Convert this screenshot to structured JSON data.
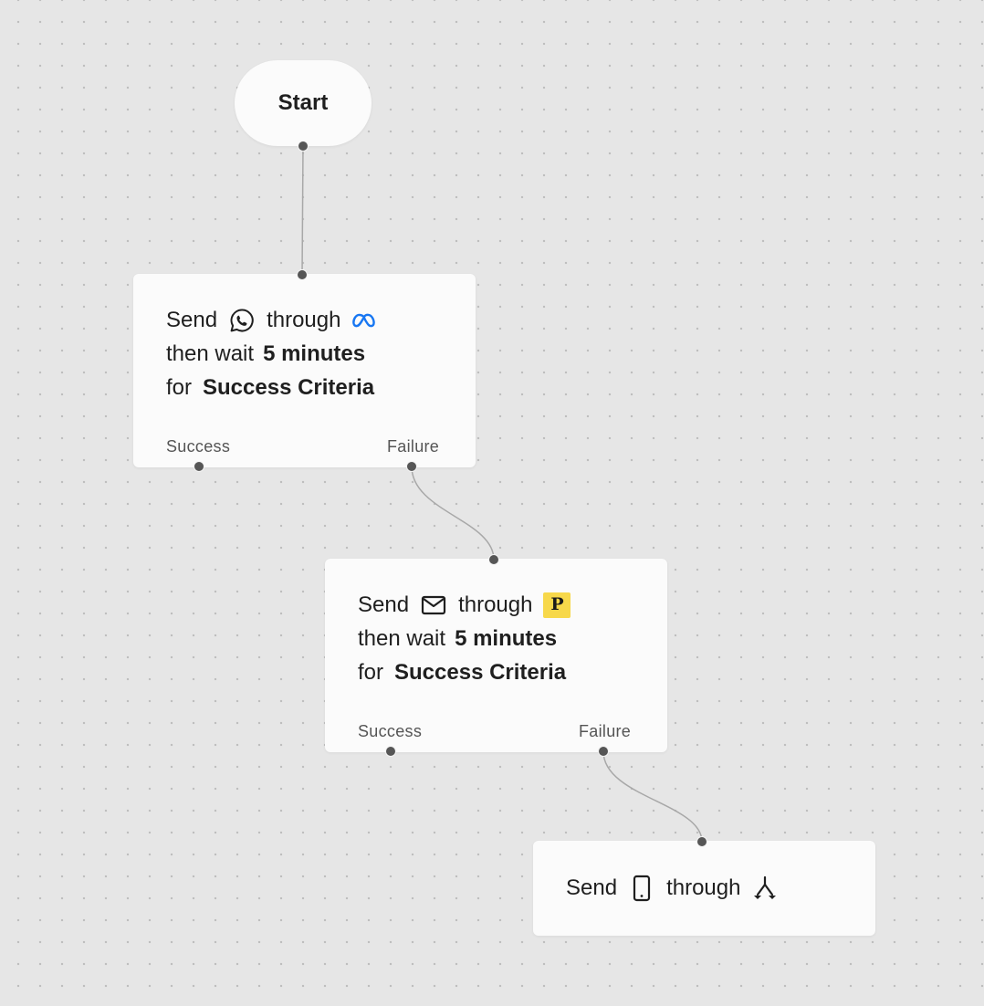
{
  "flow": {
    "start": {
      "label": "Start"
    },
    "nodes": [
      {
        "id": "step-1",
        "send_word": "Send",
        "channel_icon": "whatsapp-icon",
        "through_word": "through",
        "provider_icon": "meta-icon",
        "wait_prefix": "then wait",
        "wait_value": "5 minutes",
        "for_prefix": "for",
        "criteria": "Success Criteria",
        "success_label": "Success",
        "failure_label": "Failure"
      },
      {
        "id": "step-2",
        "send_word": "Send",
        "channel_icon": "email-icon",
        "through_word": "through",
        "provider_icon": "postmark-icon",
        "provider_badge_text": "P",
        "wait_prefix": "then wait",
        "wait_value": "5 minutes",
        "for_prefix": "for",
        "criteria": "Success Criteria",
        "success_label": "Success",
        "failure_label": "Failure"
      },
      {
        "id": "step-3",
        "send_word": "Send",
        "channel_icon": "mobile-phone-icon",
        "through_word": "through",
        "provider_icon": "branch-split-icon"
      }
    ]
  },
  "colors": {
    "canvas": "#e6e6e6",
    "node": "#fbfbfb",
    "handle": "#565656",
    "edge": "#a8a8a8",
    "meta_blue": "#1877f2",
    "postmark_yellow": "#f7d84a"
  }
}
